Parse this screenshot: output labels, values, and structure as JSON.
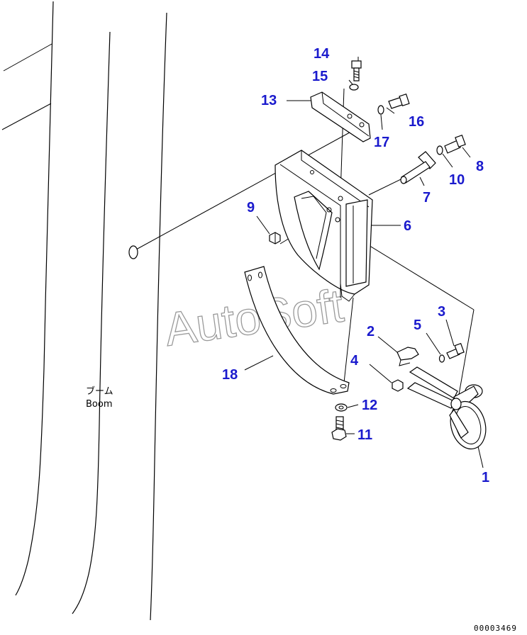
{
  "watermark": "AutoSoft",
  "boom_label": {
    "japanese": "ブーム",
    "english": "Boom"
  },
  "document_number": "00003469",
  "callouts": [
    {
      "id": "1",
      "label": "1"
    },
    {
      "id": "2",
      "label": "2"
    },
    {
      "id": "3",
      "label": "3"
    },
    {
      "id": "4",
      "label": "4"
    },
    {
      "id": "5",
      "label": "5"
    },
    {
      "id": "6",
      "label": "6"
    },
    {
      "id": "7",
      "label": "7"
    },
    {
      "id": "8",
      "label": "8"
    },
    {
      "id": "9",
      "label": "9"
    },
    {
      "id": "10",
      "label": "10"
    },
    {
      "id": "11",
      "label": "11"
    },
    {
      "id": "12",
      "label": "12"
    },
    {
      "id": "13",
      "label": "13"
    },
    {
      "id": "14",
      "label": "14"
    },
    {
      "id": "15",
      "label": "15"
    },
    {
      "id": "16",
      "label": "16"
    },
    {
      "id": "17",
      "label": "17"
    },
    {
      "id": "18",
      "label": "18"
    }
  ],
  "colors": {
    "callout": "#1a1acd",
    "watermark": "#9a9a9a",
    "line": "#000000"
  }
}
